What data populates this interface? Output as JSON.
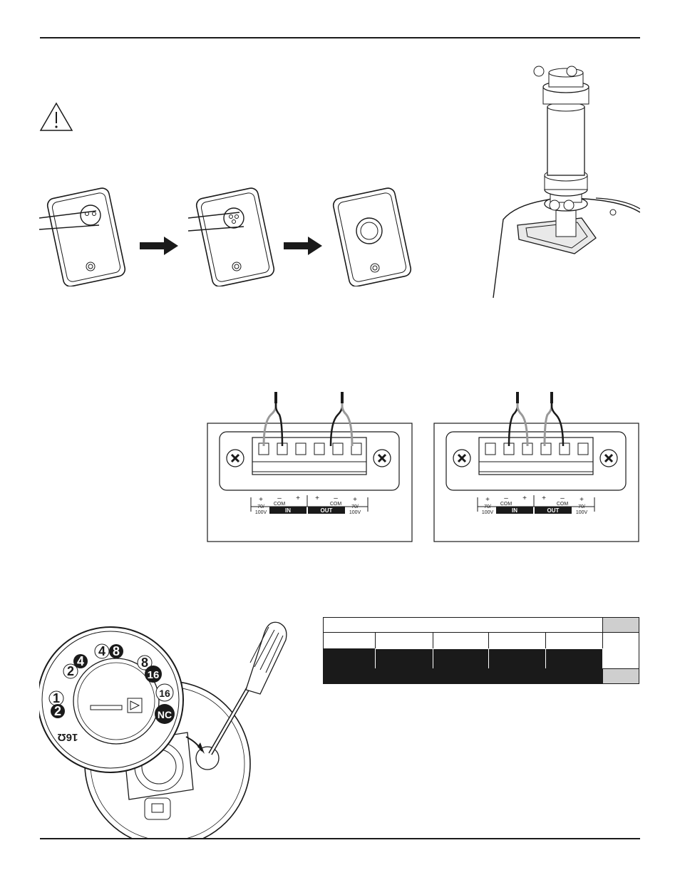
{
  "page": {
    "icons": {
      "warning": "warning-triangle-icon",
      "arrow": "arrow-right-icon"
    }
  },
  "terminals": {
    "labels": {
      "plus": "+",
      "minus": "–",
      "voltage_line1": "70/",
      "voltage_line2": "100V",
      "com": "COM",
      "in": "IN",
      "out": "OUT"
    }
  },
  "tap_dial": {
    "labels": [
      "1",
      "2",
      "2",
      "4",
      "4",
      "8",
      "8",
      "16",
      "16",
      "NC",
      "16Ω"
    ]
  },
  "colors": {
    "ink": "#1a1a1a",
    "gray": "#999999",
    "light_gray": "#cfcfcf"
  }
}
